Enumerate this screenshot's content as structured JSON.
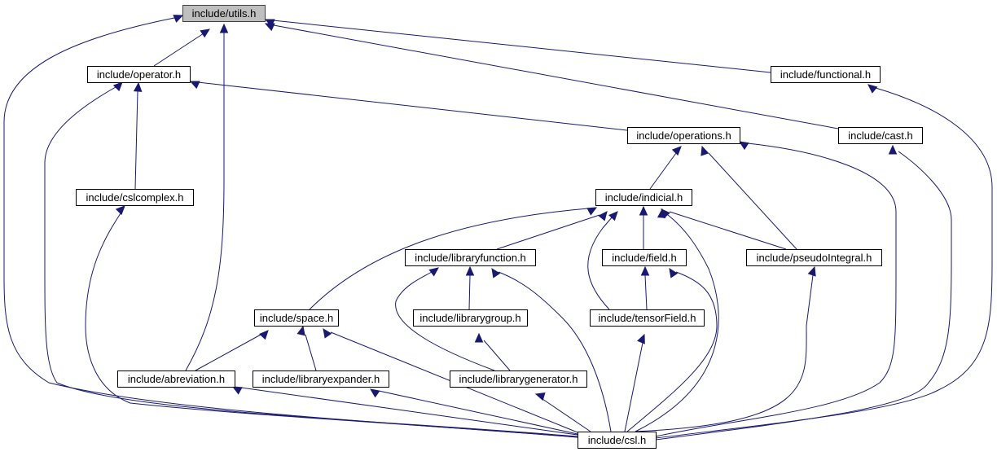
{
  "title": "include/utils.h include dependency graph",
  "colors": {
    "edge": "#191970",
    "root_fill": "#bfbfbf",
    "node_fill": "#ffffff",
    "border": "#000000"
  },
  "nodes": [
    {
      "id": "utils",
      "label": "include/utils.h",
      "root": true
    },
    {
      "id": "operator",
      "label": "include/operator.h"
    },
    {
      "id": "functional",
      "label": "include/functional.h"
    },
    {
      "id": "operations",
      "label": "include/operations.h"
    },
    {
      "id": "cast",
      "label": "include/cast.h"
    },
    {
      "id": "cslcomplex",
      "label": "include/cslcomplex.h"
    },
    {
      "id": "indicial",
      "label": "include/indicial.h"
    },
    {
      "id": "libraryfunction",
      "label": "include/libraryfunction.h"
    },
    {
      "id": "field",
      "label": "include/field.h"
    },
    {
      "id": "pseudoIntegral",
      "label": "include/pseudoIntegral.h"
    },
    {
      "id": "space",
      "label": "include/space.h"
    },
    {
      "id": "librarygroup",
      "label": "include/librarygroup.h"
    },
    {
      "id": "tensorField",
      "label": "include/tensorField.h"
    },
    {
      "id": "abreviation",
      "label": "include/abreviation.h"
    },
    {
      "id": "libraryexpander",
      "label": "include/libraryexpander.h"
    },
    {
      "id": "librarygenerator",
      "label": "include/librarygenerator.h"
    },
    {
      "id": "csl",
      "label": "include/csl.h"
    }
  ],
  "edges": [
    {
      "from": "operator",
      "to": "utils"
    },
    {
      "from": "functional",
      "to": "utils"
    },
    {
      "from": "cast",
      "to": "utils"
    },
    {
      "from": "abreviation",
      "to": "utils"
    },
    {
      "from": "csl",
      "to": "utils"
    },
    {
      "from": "operations",
      "to": "operator"
    },
    {
      "from": "cslcomplex",
      "to": "operator"
    },
    {
      "from": "csl",
      "to": "operator"
    },
    {
      "from": "csl",
      "to": "functional"
    },
    {
      "from": "indicial",
      "to": "operations"
    },
    {
      "from": "pseudoIntegral",
      "to": "operations"
    },
    {
      "from": "csl",
      "to": "operations"
    },
    {
      "from": "csl",
      "to": "cast"
    },
    {
      "from": "csl",
      "to": "cslcomplex"
    },
    {
      "from": "space",
      "to": "indicial"
    },
    {
      "from": "libraryfunction",
      "to": "indicial"
    },
    {
      "from": "tensorField",
      "to": "indicial"
    },
    {
      "from": "field",
      "to": "indicial"
    },
    {
      "from": "csl",
      "to": "indicial"
    },
    {
      "from": "pseudoIntegral",
      "to": "indicial"
    },
    {
      "from": "librarygroup",
      "to": "libraryfunction"
    },
    {
      "from": "librarygenerator",
      "to": "libraryfunction"
    },
    {
      "from": "csl",
      "to": "libraryfunction"
    },
    {
      "from": "tensorField",
      "to": "field"
    },
    {
      "from": "csl",
      "to": "field"
    },
    {
      "from": "csl",
      "to": "pseudoIntegral"
    },
    {
      "from": "abreviation",
      "to": "space"
    },
    {
      "from": "libraryexpander",
      "to": "space"
    },
    {
      "from": "csl",
      "to": "space"
    },
    {
      "from": "librarygenerator",
      "to": "librarygroup"
    },
    {
      "from": "csl",
      "to": "tensorField"
    },
    {
      "from": "csl",
      "to": "abreviation"
    },
    {
      "from": "csl",
      "to": "libraryexpander"
    },
    {
      "from": "csl",
      "to": "librarygenerator"
    }
  ]
}
